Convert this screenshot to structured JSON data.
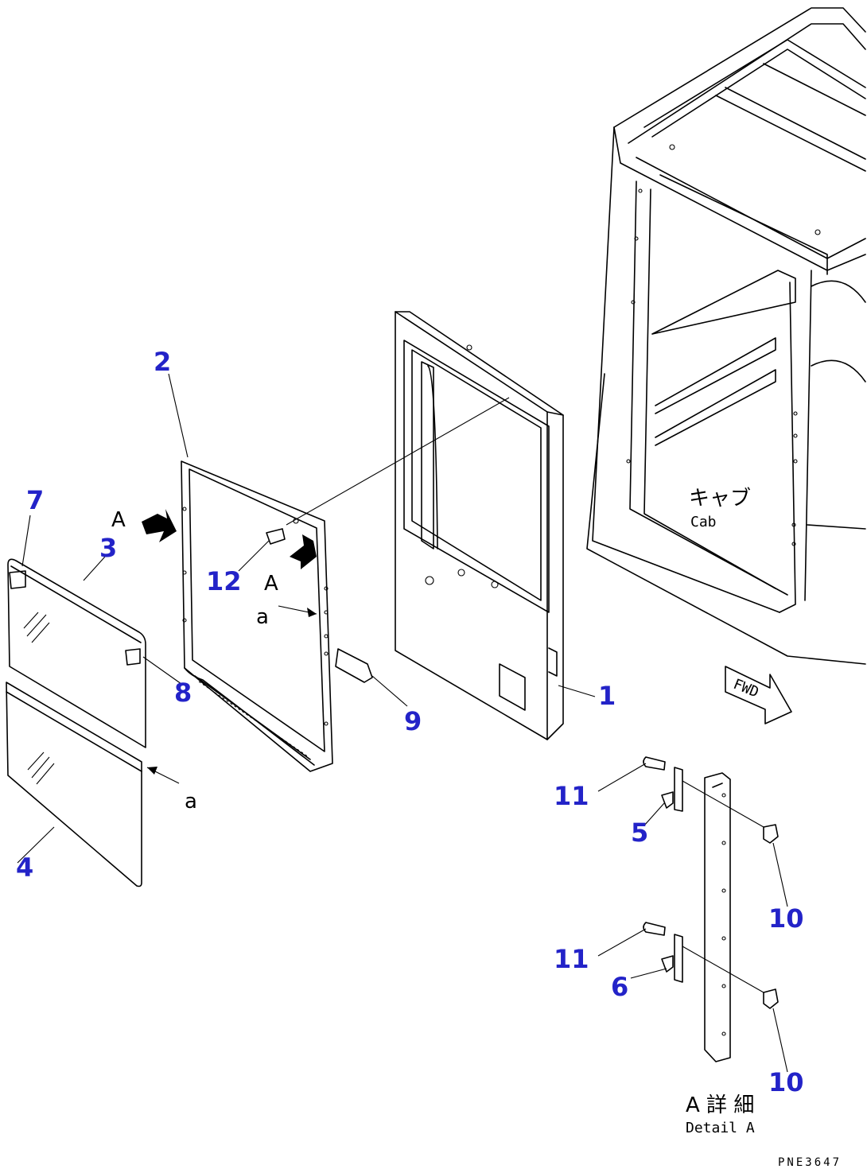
{
  "callouts": {
    "c1": "1",
    "c2": "2",
    "c3": "3",
    "c4": "4",
    "c5": "5",
    "c6": "6",
    "c7": "7",
    "c8": "8",
    "c9": "9",
    "c10a": "10",
    "c10b": "10",
    "c11a": "11",
    "c11b": "11",
    "c12": "12"
  },
  "labels": {
    "view_a_left": "A",
    "view_a_right": "A",
    "arrow_a_upper": "a",
    "arrow_a_lower": "a",
    "cab_jp": "キャブ",
    "cab_en": "Cab",
    "fwd": "FWD",
    "detail_jp": "A 詳 細",
    "detail_en": "Detail A",
    "drawing_no": "PNE3647"
  },
  "colors": {
    "callout": "#2323c8",
    "line": "#000000"
  }
}
